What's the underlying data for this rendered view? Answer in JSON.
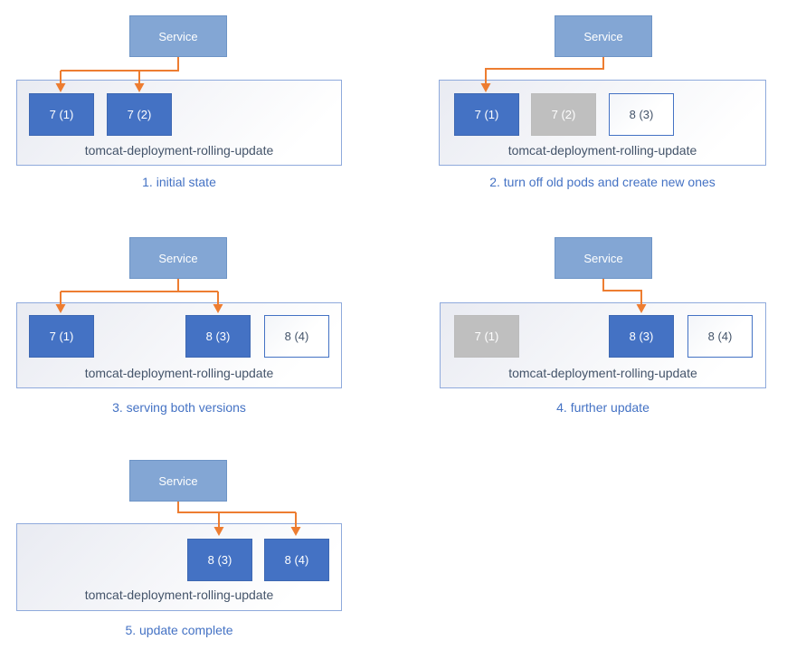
{
  "colors": {
    "service_fill": "#83A6D4",
    "service_border": "#6D94C6",
    "service_text": "#FDFEFE",
    "pod_active_fill": "#4472C4",
    "pod_active_border": "#3E68B2",
    "pod_active_text": "#FFFFFF",
    "pod_old_fill": "#BFBFBF",
    "pod_old_border": "#BCBCBC",
    "pod_old_text": "#FFFFFF",
    "pod_new_fill": "#FFFFFF",
    "pod_new_border": "#4472C4",
    "pod_new_text": "#44546A",
    "deployment_border": "#8FAADC",
    "deployment_fill_start": "#E9EBF2",
    "deployment_fill_end": "#FFFFFF",
    "deployment_label_color": "#44546A",
    "caption_color": "#4472C4",
    "arrow_color": "#ED7D31"
  },
  "diagram": {
    "service_label": "Service",
    "deployment_label": "tomcat-deployment-rolling-update",
    "panels": [
      {
        "caption": "1. initial state",
        "pods": [
          {
            "label": "7 (1)",
            "state": "active"
          },
          {
            "label": "7 (2)",
            "state": "active"
          }
        ]
      },
      {
        "caption": "2. turn off old pods and create new ones",
        "pods": [
          {
            "label": "7 (1)",
            "state": "active"
          },
          {
            "label": "7 (2)",
            "state": "terminated"
          },
          {
            "label": "8 (3)",
            "state": "new"
          }
        ]
      },
      {
        "caption": "3. serving both versions",
        "pods": [
          {
            "label": "7 (1)",
            "state": "active"
          },
          {
            "label": "8 (3)",
            "state": "active"
          },
          {
            "label": "8 (4)",
            "state": "new"
          }
        ]
      },
      {
        "caption": "4. further update",
        "pods": [
          {
            "label": "7 (1)",
            "state": "terminated"
          },
          {
            "label": "8 (3)",
            "state": "active"
          },
          {
            "label": "8 (4)",
            "state": "new"
          }
        ]
      },
      {
        "caption": "5. update complete",
        "pods": [
          {
            "label": "8 (3)",
            "state": "active"
          },
          {
            "label": "8 (4)",
            "state": "active"
          }
        ]
      }
    ]
  }
}
